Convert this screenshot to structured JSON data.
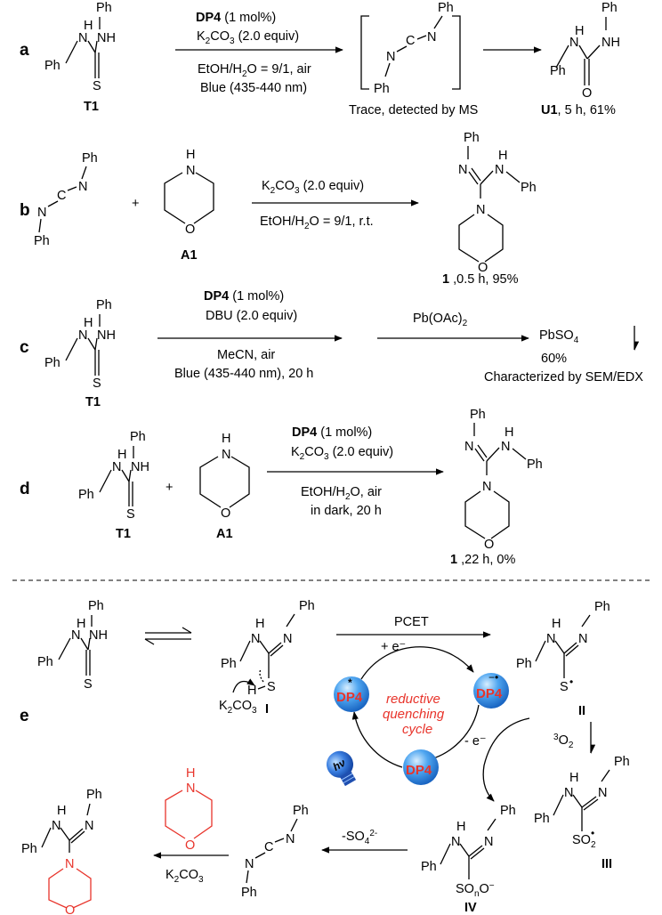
{
  "panels": {
    "a": "a",
    "b": "b",
    "c": "c",
    "d": "d",
    "e": "e"
  },
  "atoms": {
    "Ph": "Ph",
    "N": "N",
    "NH": "NH",
    "H": "H",
    "S": "S",
    "O": "O",
    "C": "C",
    "dot": "•",
    "e_minus": "−"
  },
  "compounds": {
    "T1": "T1",
    "A1": "A1",
    "U1": "U1",
    "product_1": "1",
    "I": "I",
    "II": "II",
    "III": "III",
    "IV": "IV"
  },
  "panel_a": {
    "catalyst": "DP4",
    "catalyst_loading": "(1 mol%)",
    "base": "K2CO3 (2.0 equiv)",
    "solvent": "EtOH/H2O = 9/1, air",
    "light": "Blue (435-440 nm)",
    "intermediate_note": "Trace, detected by MS",
    "product_result": ", 5 h, 61%"
  },
  "panel_b": {
    "base": "K2CO3 (2.0 equiv)",
    "conditions": "EtOH/H2O = 9/1, r.t.",
    "plus": "+",
    "product_result": " ,0.5 h, 95%"
  },
  "panel_c": {
    "catalyst": "DP4",
    "catalyst_loading": "(1 mol%)",
    "base": "DBU (2.0 equiv)",
    "solvent": "MeCN, air",
    "light": "Blue (435-440 nm), 20 h",
    "reagent": "Pb(OAc)2",
    "product": "PbSO4",
    "yield": "60%",
    "note": "Characterized by SEM/EDX"
  },
  "panel_d": {
    "catalyst": "DP4",
    "catalyst_loading": "(1 mol%)",
    "base": "K2CO3 (2.0 equiv)",
    "solvent": "EtOH/H2O, air",
    "conditions": "in dark, 20 h",
    "plus": "+",
    "product_result": " ,22 h, 0%"
  },
  "panel_e": {
    "pcet": "PCET",
    "plus_e": "+ e⁻",
    "minus_e": "- e⁻",
    "base": "K2CO3",
    "cycle_line1": "reductive",
    "cycle_line2": "quenching",
    "cycle_line3": "cycle",
    "catalyst": "DP4",
    "excited_mark": "*",
    "radical_anion_mark": "−•",
    "light": "hν",
    "oxygen": "³O₂",
    "so2": "SO₂",
    "son": "SOₙO⁻",
    "sulfate_loss": "-SO₄²⁻",
    "base_final": "K2CO3"
  },
  "colors": {
    "accent": "#e8342b",
    "sphere": "#2e8fe6",
    "bulb": "#1f5fd0"
  }
}
